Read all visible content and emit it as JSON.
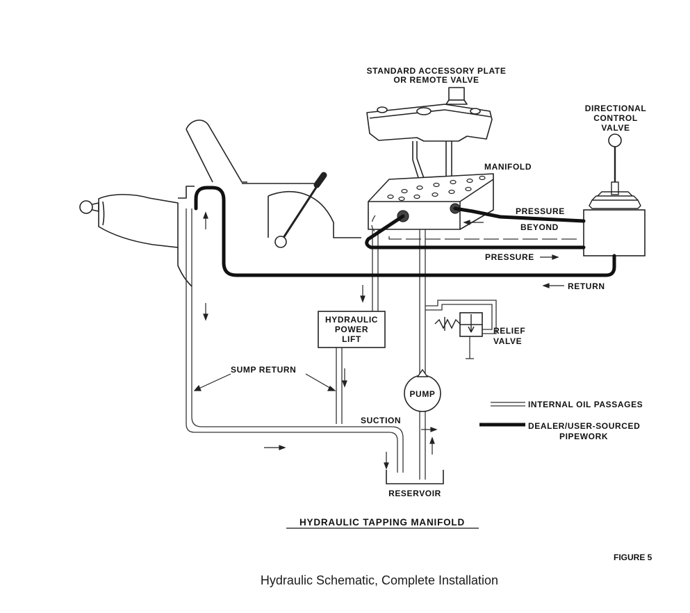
{
  "labels": {
    "accessory_plate_1": "STANDARD ACCESSORY PLATE",
    "accessory_plate_2": "OR REMOTE VALVE",
    "directional_1": "DIRECTIONAL",
    "directional_2": "CONTROL",
    "directional_3": "VALVE",
    "manifold": "MANIFOLD",
    "pressure_beyond_1": "PRESSURE",
    "pressure_beyond_2": "BEYOND",
    "pressure": "PRESSURE",
    "return": "RETURN",
    "power_lift_1": "HYDRAULIC",
    "power_lift_2": "POWER",
    "power_lift_3": "LIFT",
    "relief_1": "RELIEF",
    "relief_2": "VALVE",
    "sump_return": "SUMP RETURN",
    "pump": "PUMP",
    "suction": "SUCTION",
    "reservoir": "RESERVOIR"
  },
  "legend": {
    "internal": "INTERNAL OIL PASSAGES",
    "dealer_1": "DEALER/USER-SOURCED",
    "dealer_2": "PIPEWORK"
  },
  "title": "HYDRAULIC TAPPING MANIFOLD",
  "figure_number": "FIGURE 5",
  "caption": "Hydraulic Schematic, Complete Installation"
}
